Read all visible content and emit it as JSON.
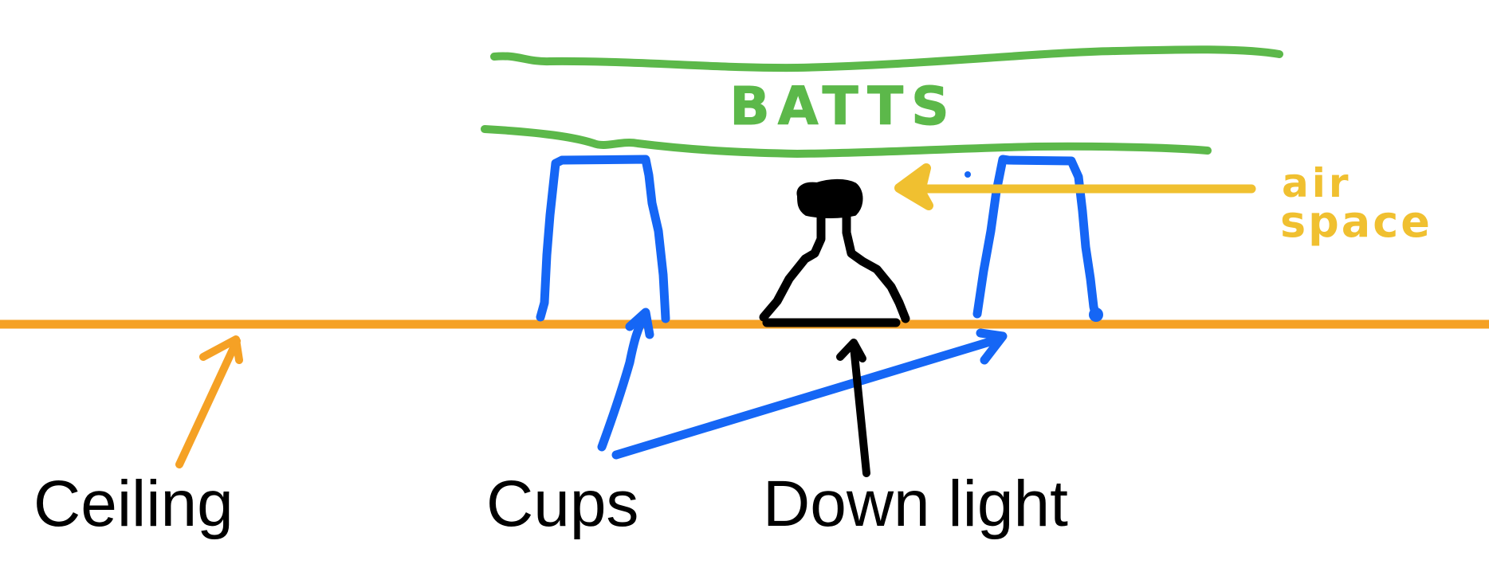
{
  "labels": {
    "batts": "BATTS",
    "air_space_line1": "air",
    "air_space_line2": "space",
    "ceiling": "Ceiling",
    "cups": "Cups",
    "down_light": "Down light"
  },
  "colors": {
    "background": "#ffffff",
    "ceiling": "#f5a125",
    "batts": "#5cb84a",
    "cups": "#1566f5",
    "down_light": "#000000",
    "air_space": "#f0c030",
    "label_text": "#000000"
  }
}
